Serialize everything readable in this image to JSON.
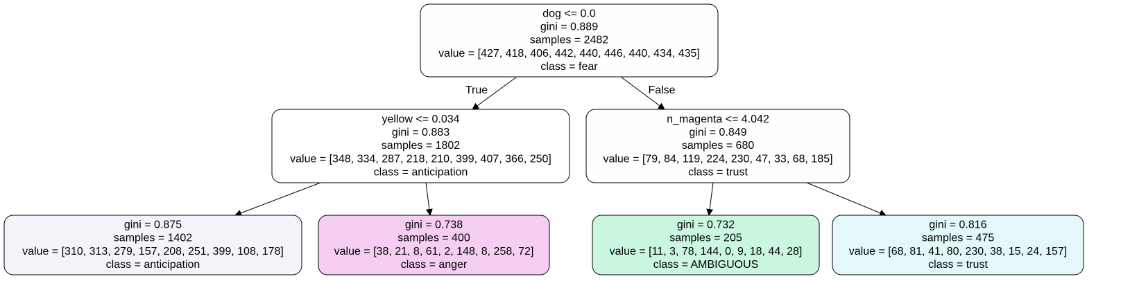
{
  "tree": {
    "nodes": [
      {
        "id": "root",
        "fill": "#fefefe",
        "lines": [
          "dog <= 0.0",
          "gini = 0.889",
          "samples = 2482",
          "value = [427, 418, 406, 442, 440, 446, 440, 434, 435]",
          "class = fear"
        ]
      },
      {
        "id": "left",
        "fill": "#fffffe",
        "lines": [
          "yellow <= 0.034",
          "gini = 0.883",
          "samples = 1802",
          "value = [348, 334, 287, 218, 210, 399, 407, 366, 250]",
          "class = anticipation"
        ]
      },
      {
        "id": "right",
        "fill": "#fcfffe",
        "lines": [
          "n_magenta <= 4.042",
          "gini = 0.849",
          "samples = 680",
          "value = [79, 84, 119, 224, 230, 47, 33, 68, 185]",
          "class = trust"
        ]
      },
      {
        "id": "left-left",
        "fill": "#f6f3fb",
        "lines": [
          "gini = 0.875",
          "samples = 1402",
          "value = [310, 313, 279, 157, 208, 251, 399, 108, 178]",
          "class = anticipation"
        ]
      },
      {
        "id": "left-right",
        "fill": "#f6cef3",
        "lines": [
          "gini = 0.738",
          "samples = 400",
          "value = [38, 21, 8, 61, 2, 148, 8, 258, 72]",
          "class = anger"
        ]
      },
      {
        "id": "right-left",
        "fill": "#cbf7e0",
        "lines": [
          "gini = 0.732",
          "samples = 205",
          "value = [11, 3, 78, 144, 0, 9, 18, 44, 28]",
          "class = AMBIGUOUS"
        ]
      },
      {
        "id": "right-right",
        "fill": "#e4f8fa",
        "lines": [
          "gini = 0.816",
          "samples = 475",
          "value = [68, 81, 41, 80, 230, 38, 15, 24, 157]",
          "class = trust"
        ]
      }
    ],
    "edges": [
      {
        "from": "root",
        "to": "left",
        "label": "True"
      },
      {
        "from": "root",
        "to": "right",
        "label": "False"
      },
      {
        "from": "left",
        "to": "left-left",
        "label": ""
      },
      {
        "from": "left",
        "to": "left-right",
        "label": ""
      },
      {
        "from": "right",
        "to": "right-left",
        "label": ""
      },
      {
        "from": "right",
        "to": "right-right",
        "label": ""
      }
    ]
  }
}
